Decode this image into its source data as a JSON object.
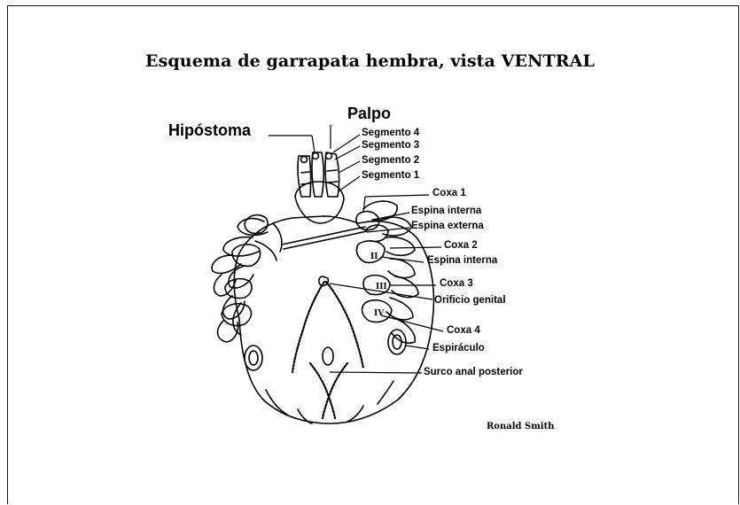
{
  "title": "Esquema de garrapata hembra, vista VENTRAL",
  "labels": {
    "palpo": "Palpo",
    "hipostoma": "Hipóstoma",
    "segmento4": "Segmento 4",
    "segmento3": "Segmento 3",
    "segmento2": "Segmento 2",
    "segmento1": "Segmento 1",
    "coxa1": "Coxa 1",
    "espina_interna_1": "Espina interna",
    "espina_externa": "Espina externa",
    "coxa2": "Coxa 2",
    "espina_interna_2": "Espina interna",
    "coxa3": "Coxa 3",
    "orificio_genital": "Orificio genital",
    "coxa4": "Coxa 4",
    "espiraculo": "Espiráculo",
    "surco_anal": "Surco anal posterior"
  },
  "coxa_numerals": [
    "II",
    "III",
    "IV"
  ],
  "credit": "Ronald Smith"
}
